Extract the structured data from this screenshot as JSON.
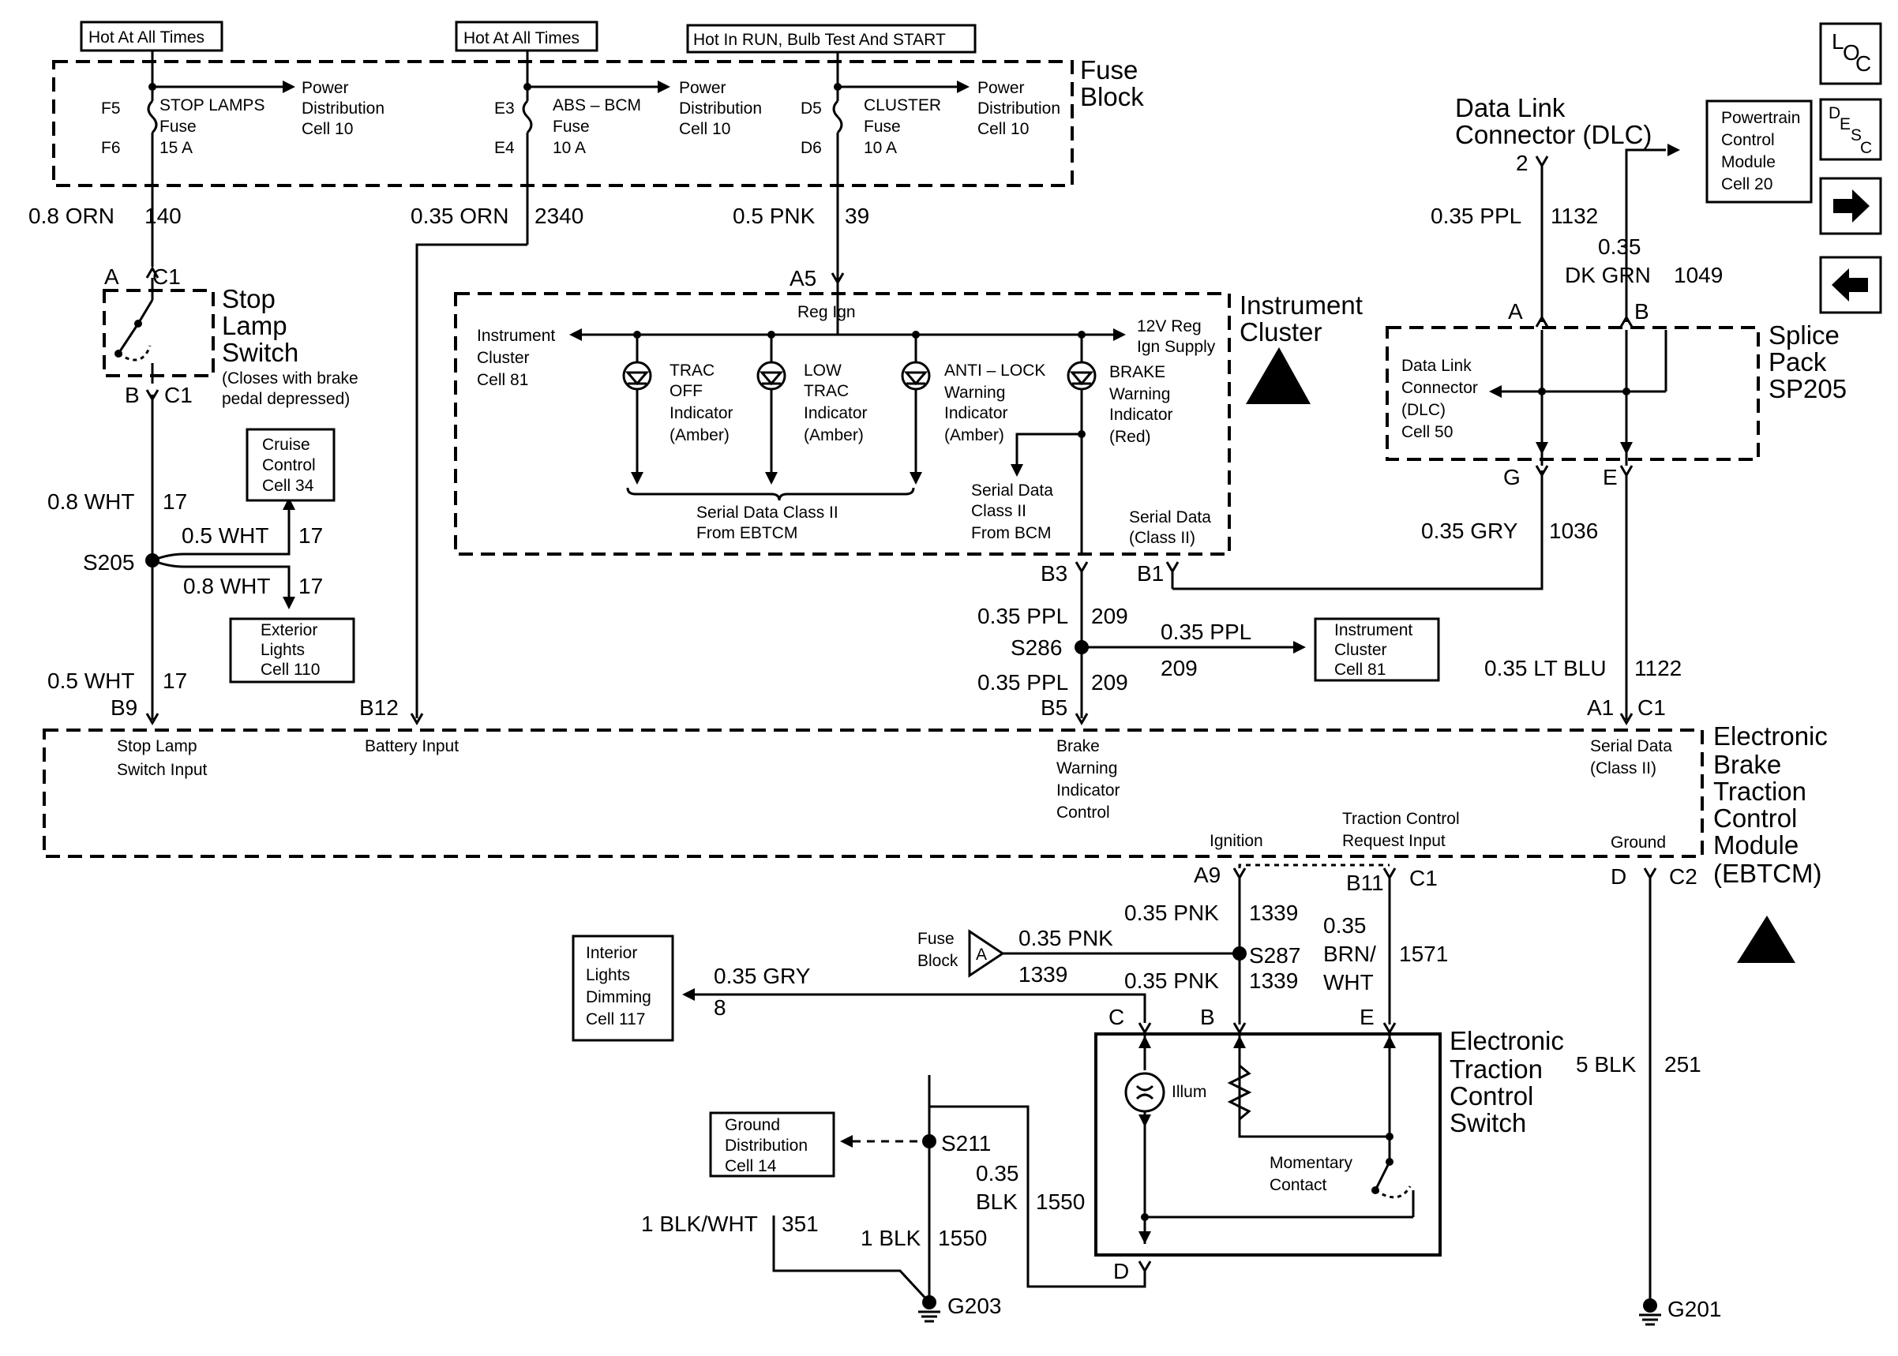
{
  "fuse_block": {
    "title_line1": "Fuse",
    "title_line2": "Block",
    "hot1": "Hot At All Times",
    "hot2": "Hot At All Times",
    "hot3": "Hot In RUN, Bulb Test And START",
    "f5": "F5",
    "f6": "F6",
    "stop_fuse_l1": "STOP LAMPS",
    "stop_fuse_l2": "Fuse",
    "stop_fuse_l3": "15 A",
    "e3": "E3",
    "e4": "E4",
    "abs_fuse_l1": "ABS – BCM",
    "abs_fuse_l2": "Fuse",
    "abs_fuse_l3": "10 A",
    "d5": "D5",
    "d6": "D6",
    "cl_fuse_l1": "CLUSTER",
    "cl_fuse_l2": "Fuse",
    "cl_fuse_l3": "10 A",
    "pd_l1": "Power",
    "pd_l2": "Distribution",
    "pd_l3": "Cell 10"
  },
  "wires": {
    "w140": "0.8 ORN",
    "c140": "140",
    "w2340": "0.35 ORN",
    "c2340": "2340",
    "w39": "0.5 PNK",
    "c39": "39",
    "w1132": "0.35 PPL",
    "c1132": "1132",
    "w1049a": "0.35",
    "w1049b": "DK GRN",
    "c1049": "1049",
    "w17a": "0.8 WHT",
    "w17b": "0.5 WHT",
    "w17c": "0.8 WHT",
    "w17d": "0.5 WHT",
    "c17": "17",
    "w1036": "0.35 GRY",
    "c1036": "1036",
    "w209": "0.35 PPL",
    "c209": "209",
    "w1122": "0.35 LT BLU",
    "c1122": "1122",
    "w1339": "0.35 PNK",
    "c1339": "1339",
    "w1571a": "0.35",
    "w1571b": "BRN/",
    "w1571c": "WHT",
    "c1571": "1571",
    "w8": "0.35 GRY",
    "c8": "8",
    "w251": "5 BLK",
    "c251": "251",
    "w1550a": "0.35",
    "w1550b": "BLK",
    "c1550": "1550",
    "w1550c": "1 BLK",
    "w351": "1 BLK/WHT",
    "c351": "351"
  },
  "stop_lamp": {
    "title_l1": "Stop",
    "title_l2": "Lamp",
    "title_l3": "Switch",
    "note_l1": "(Closes with brake",
    "note_l2": "pedal depressed)",
    "a": "A",
    "b": "B",
    "c1": "C1"
  },
  "splices": {
    "s205": "S205",
    "s286": "S286",
    "s287": "S287",
    "s211": "S211"
  },
  "refs": {
    "cruise_l1": "Cruise",
    "cruise_l2": "Control",
    "cruise_l3": "Cell 34",
    "ext_l1": "Exterior",
    "ext_l2": "Lights",
    "ext_l3": "Cell 110",
    "ic81_l1": "Instrument",
    "ic81_l2": "Cluster",
    "ic81_l3": "Cell 81",
    "pcm_l1": "Powertrain",
    "pcm_l2": "Control",
    "pcm_l3": "Module",
    "pcm_l4": "Cell 20",
    "ild_l1": "Interior",
    "ild_l2": "Lights",
    "ild_l3": "Dimming",
    "ild_l4": "Cell 117",
    "gd_l1": "Ground",
    "gd_l2": "Distribution",
    "gd_l3": "Cell 14"
  },
  "cluster": {
    "title_l1": "Instrument",
    "title_l2": "Cluster",
    "a5": "A5",
    "reg_ign": "Reg Ign",
    "supply_l1": "12V Reg",
    "supply_l2": "Ign Supply",
    "out_l1": "Instrument",
    "out_l2": "Cluster",
    "out_l3": "Cell 81",
    "trac_off_l1": "TRAC",
    "trac_off_l2": "OFF",
    "trac_off_l3": "Indicator",
    "trac_off_l4": "(Amber)",
    "low_l1": "LOW",
    "low_l2": "TRAC",
    "low_l3": "Indicator",
    "low_l4": "(Amber)",
    "abs_l1": "ANTI – LOCK",
    "abs_l2": "Warning",
    "abs_l3": "Indicator",
    "abs_l4": "(Amber)",
    "brake_l1": "BRAKE",
    "brake_l2": "Warning",
    "brake_l3": "Indicator",
    "brake_l4": "(Red)",
    "sd_ebtcm_l1": "Serial Data Class II",
    "sd_ebtcm_l2": "From EBTCM",
    "sd_bcm_l1": "Serial Data",
    "sd_bcm_l2": "Class II",
    "sd_bcm_l3": "From BCM",
    "sd_l1": "Serial Data",
    "sd_l2": "(Class II)",
    "b3": "B3",
    "b1": "B1",
    "b5": "B5"
  },
  "dlc": {
    "title_l1": "Data Link",
    "title_l2": "Connector (DLC)",
    "pin": "2",
    "inner_l1": "Data Link",
    "inner_l2": "Connector",
    "inner_l3": "(DLC)",
    "inner_l4": "Cell 50"
  },
  "splice_pack": {
    "title_l1": "Splice",
    "title_l2": "Pack",
    "title_l3": "SP205",
    "a": "A",
    "b": "B",
    "g": "G",
    "e": "E"
  },
  "ebtcm": {
    "title_l1": "Electronic",
    "title_l2": "Brake",
    "title_l3": "Traction",
    "title_l4": "Control",
    "title_l5": "Module",
    "title_l6": "(EBTCM)",
    "b9": "B9",
    "b12": "B12",
    "a1": "A1",
    "c1": "C1",
    "c2": "C2",
    "a9": "A9",
    "b11": "B11",
    "d": "D",
    "stop_in_l1": "Stop Lamp",
    "stop_in_l2": "Switch Input",
    "batt": "Battery Input",
    "bw_l1": "Brake",
    "bw_l2": "Warning",
    "bw_l3": "Indicator",
    "bw_l4": "Control",
    "sd_l1": "Serial Data",
    "sd_l2": "(Class II)",
    "ign": "Ignition",
    "tcr_l1": "Traction Control",
    "tcr_l2": "Request Input",
    "gnd": "Ground"
  },
  "switch": {
    "title_l1": "Electronic",
    "title_l2": "Traction",
    "title_l3": "Control",
    "title_l4": "Switch",
    "c": "C",
    "b": "B",
    "e": "E",
    "d": "D",
    "illum": "Illum",
    "mom_l1": "Momentary",
    "mom_l2": "Contact",
    "fuse_l1": "Fuse",
    "fuse_l2": "Block",
    "fuse_a": "A"
  },
  "grounds": {
    "g201": "G201",
    "g203": "G203"
  },
  "nav": {
    "loc_l": "L",
    "loc_o": "O",
    "loc_c": "C",
    "desc_d": "D",
    "desc_e": "E",
    "desc_s": "S",
    "desc_c": "C"
  }
}
